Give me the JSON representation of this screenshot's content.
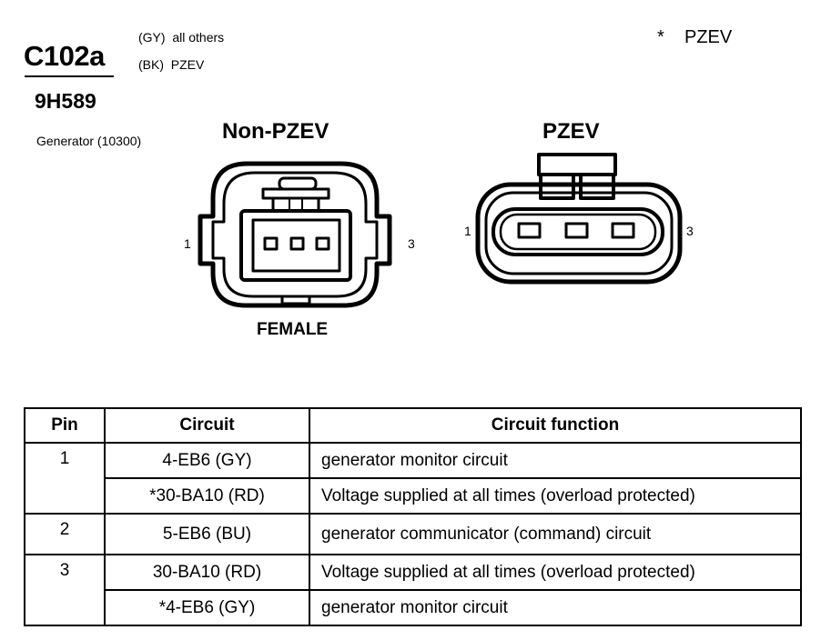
{
  "header": {
    "connector_id": "C102a",
    "part_number": "9H589",
    "component": "Generator (10300)",
    "color_codes": [
      {
        "code": "(GY)",
        "desc": "all others"
      },
      {
        "code": "(BK)",
        "desc": "PZEV"
      }
    ],
    "legend": {
      "symbol": "*",
      "meaning": "PZEV"
    }
  },
  "views": [
    {
      "title": "Non-PZEV",
      "gender": "FEMALE",
      "pin_left": "1",
      "pin_right": "3"
    },
    {
      "title": "PZEV",
      "pin_left": "1",
      "pin_right": "3"
    }
  ],
  "table": {
    "headers": [
      "Pin",
      "Circuit",
      "Circuit function"
    ],
    "rows": [
      {
        "pin": "1",
        "circuit": "4-EB6 (GY)",
        "function": "generator monitor circuit"
      },
      {
        "circuit": "*30-BA10 (RD)",
        "function": "Voltage supplied at all times (overload protected)"
      },
      {
        "pin": "2",
        "circuit": "5-EB6 (BU)",
        "function": "generator communicator (command) circuit"
      },
      {
        "pin": "3",
        "circuit": "30-BA10 (RD)",
        "function": "Voltage supplied at all times (overload protected)"
      },
      {
        "circuit": "*4-EB6 (GY)",
        "function": "generator monitor circuit"
      }
    ]
  }
}
